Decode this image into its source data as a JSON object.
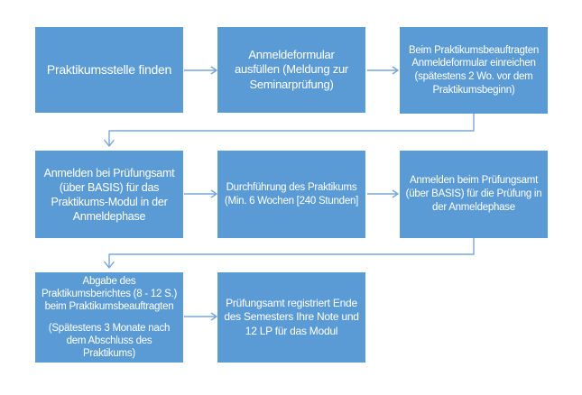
{
  "colors": {
    "box_fill": "#5b9bd5",
    "box_text": "#ffffff",
    "connector": "#7aa5da",
    "background": "#ffffff"
  },
  "flowchart": {
    "steps": [
      {
        "id": "step-1",
        "label": "Praktikumsstelle finden"
      },
      {
        "id": "step-2",
        "label": "Anmeldeformular\nausfüllen (Meldung zur\nSeminarprüfung)"
      },
      {
        "id": "step-3",
        "label": "Beim Praktikumsbeauftragten\nAnmeldeformular einreichen\n(spätestens 2 Wo. vor dem\nPraktikumsbeginn)"
      },
      {
        "id": "step-4",
        "label": "Anmelden bei Prüfungsamt\n(über BASIS) für das\nPraktikums-Modul in der\nAnmeldephase"
      },
      {
        "id": "step-5",
        "label": "Durchführung des Praktikums\n(Min. 6 Wochen [240 Stunden]"
      },
      {
        "id": "step-6",
        "label": "Anmelden beim Prüfungsamt\n(über BASIS) für die Prüfung in\nder Anmeldephase"
      },
      {
        "id": "step-7",
        "label": "Abgabe des\nPraktikumsberichtes (8 - 12 S.)\nbeim Praktikumsbeauftragten",
        "sublabel": "(Spätestens 3 Monate nach\ndem Abschluss des\nPraktikums)"
      },
      {
        "id": "step-8",
        "label": "Prüfungsamt registriert Ende\ndes Semesters Ihre Note und\n12 LP für das Modul"
      }
    ],
    "connectors": [
      {
        "from": "step-1",
        "to": "step-2",
        "type": "arrow-right"
      },
      {
        "from": "step-2",
        "to": "step-3",
        "type": "arrow-right"
      },
      {
        "from": "step-3",
        "to": "step-4",
        "type": "elbow-down-left-down"
      },
      {
        "from": "step-4",
        "to": "step-5",
        "type": "arrow-right"
      },
      {
        "from": "step-5",
        "to": "step-6",
        "type": "arrow-right"
      },
      {
        "from": "step-6",
        "to": "step-7",
        "type": "elbow-down-left-down"
      },
      {
        "from": "step-7",
        "to": "step-8",
        "type": "arrow-right"
      }
    ]
  }
}
